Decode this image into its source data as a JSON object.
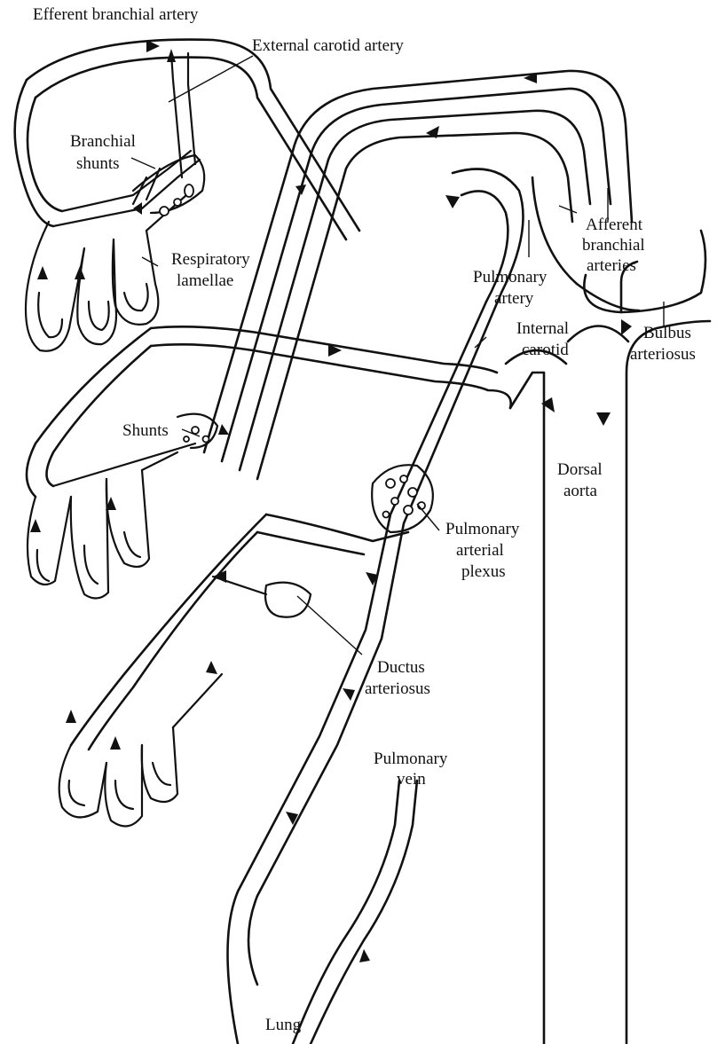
{
  "labels": {
    "efferent_branchial_artery": "Efferent branchial artery",
    "external_carotid_artery": "External carotid artery",
    "branchial_shunts_1": "Branchial",
    "branchial_shunts_2": "shunts",
    "respiratory_lamellae_1": "Respiratory",
    "respiratory_lamellae_2": "lamellae",
    "afferent_branchial_arteries_1": "Afferent",
    "afferent_branchial_arteries_2": "branchial",
    "afferent_branchial_arteries_3": "arteries",
    "pulmonary_artery_1": "Pulmonary",
    "pulmonary_artery_2": "artery",
    "internal_carotid_1": "Internal",
    "internal_carotid_2": "carotid",
    "bulbus_arteriosus_1": "Bulbus",
    "bulbus_arteriosus_2": "arteriosus",
    "shunts": "Shunts",
    "dorsal_aorta_1": "Dorsal",
    "dorsal_aorta_2": "aorta",
    "pulmonary_arterial_plexus_1": "Pulmonary",
    "pulmonary_arterial_plexus_2": "arterial",
    "pulmonary_arterial_plexus_3": "plexus",
    "ductus_arteriosus_1": "Ductus",
    "ductus_arteriosus_2": "arteriosus",
    "pulmonary_vein_1": "Pulmonary",
    "pulmonary_vein_2": "vein",
    "lung": "Lung"
  },
  "colors": {
    "ink": "#111111",
    "paper": "#ffffff"
  }
}
